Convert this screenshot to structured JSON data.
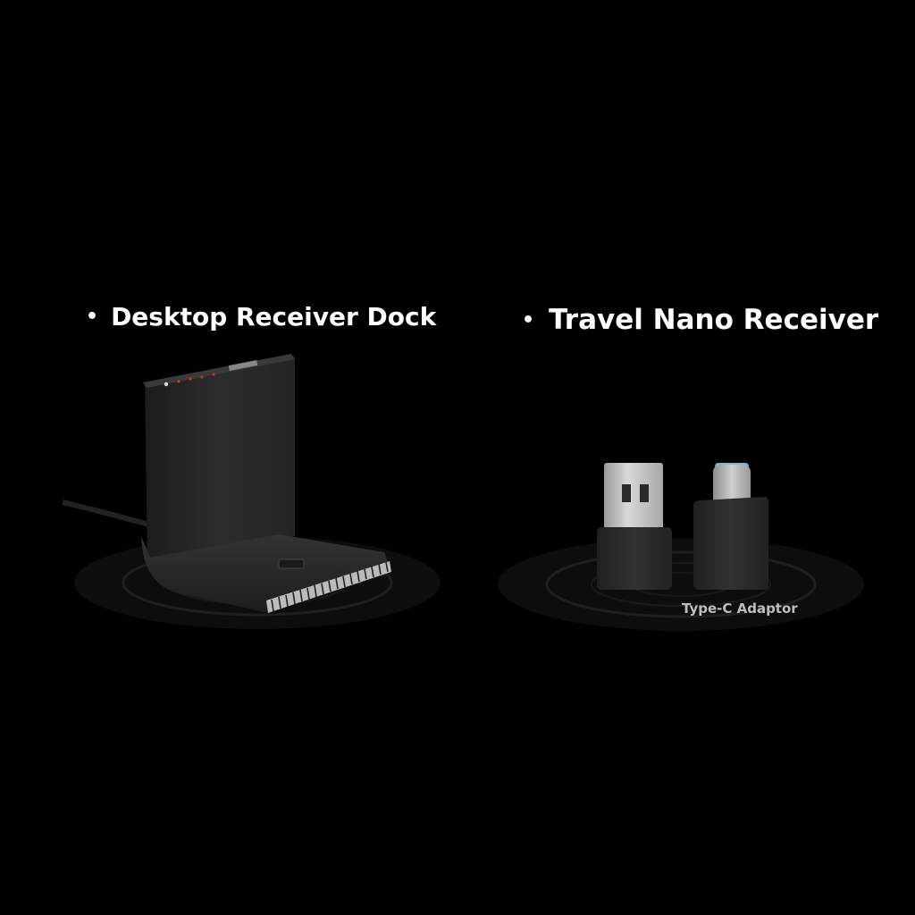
{
  "products": {
    "dock": {
      "bullet": "•",
      "label": "Desktop Receiver Dock"
    },
    "nano": {
      "bullet": "•",
      "label": "Travel Nano Receiver",
      "caption": "Type-C Adaptor"
    }
  },
  "colors": {
    "background": "#000000",
    "text": "#ffffff",
    "caption": "#bdbdbd",
    "device_body": "#2b2b2b",
    "usb_connector": "#c8c8c8",
    "type_c_tip": "#7fb7c9",
    "led": "#c0392b"
  }
}
